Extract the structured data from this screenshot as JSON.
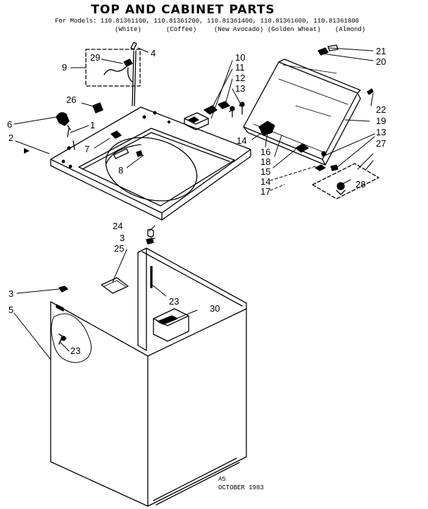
{
  "title": "TOP AND CABINET PARTS",
  "models_line": "For Models: 110.81361100, 110.81361200, 110.81361400, 110.81361600, 110.81361800",
  "colors": [
    "(White)",
    "(Coffee)",
    "(New Avocado)",
    "(Golden Wheat)",
    "(Almond)"
  ],
  "callouts": {
    "c1": "1",
    "c2": "2",
    "c3a": "3",
    "c3b": "3",
    "c4": "4",
    "c5": "5",
    "c6": "6",
    "c7": "7",
    "c8": "8",
    "c9": "9",
    "c10": "10",
    "c11": "11",
    "c12": "12",
    "c13a": "13",
    "c13b": "13",
    "c14a": "14",
    "c14b": "14",
    "c15": "15",
    "c16": "16",
    "c17": "17",
    "c18": "18",
    "c19": "19",
    "c20": "20",
    "c21": "21",
    "c22": "22",
    "c23a": "23",
    "c23b": "23",
    "c24": "24",
    "c25": "25",
    "c26": "26",
    "c27": "27",
    "c28": "28",
    "c29": "29",
    "c30": "30"
  },
  "footer": {
    "code": "A5",
    "date": "OCTOBER 1983"
  }
}
